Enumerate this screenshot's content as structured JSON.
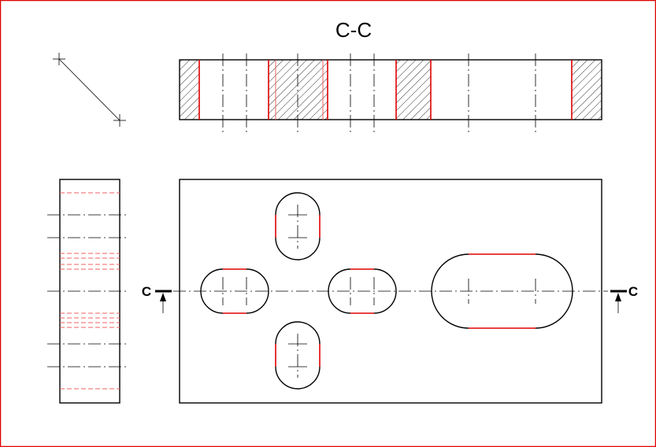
{
  "drawing": {
    "section_title": "C-C",
    "section_label_left": "C",
    "section_label_right": "C",
    "colors": {
      "outline": "#000000",
      "highlight": "#e00000",
      "frame": "#e00000"
    }
  }
}
